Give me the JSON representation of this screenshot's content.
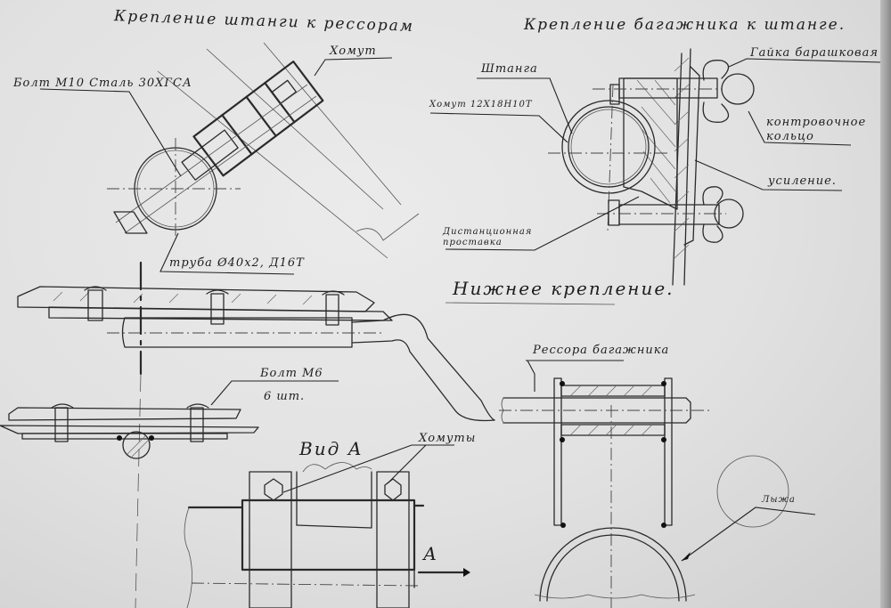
{
  "sections": {
    "rod_to_springs": {
      "title": "Крепление штанги к рессорам",
      "labels": {
        "bolt": "Болт М10 Сталь 30ХГСА",
        "clamp": "Хомут",
        "tube": "труба Ø40х2, Д16Т"
      }
    },
    "rack_to_rod": {
      "title": "Крепление багажника к штанге.",
      "labels": {
        "rod": "Штанга",
        "clamp": "Хомут 12Х18Н10Т",
        "wing_nut": "Гайка барашковая",
        "lock_ring": "контровочное кольцо",
        "reinforcement": "усиление.",
        "spacer": "Дистанционная проставка"
      }
    },
    "lower_mount": {
      "title": "Нижнее крепление.",
      "labels": {
        "bolt": "Болт М6",
        "bolt_qty": "6 шт.",
        "rack_spring": "Рессора багажника",
        "view": "Вид А",
        "clamps": "Хомуты",
        "ski": "Лыжа",
        "view_arrow": "А"
      }
    }
  }
}
